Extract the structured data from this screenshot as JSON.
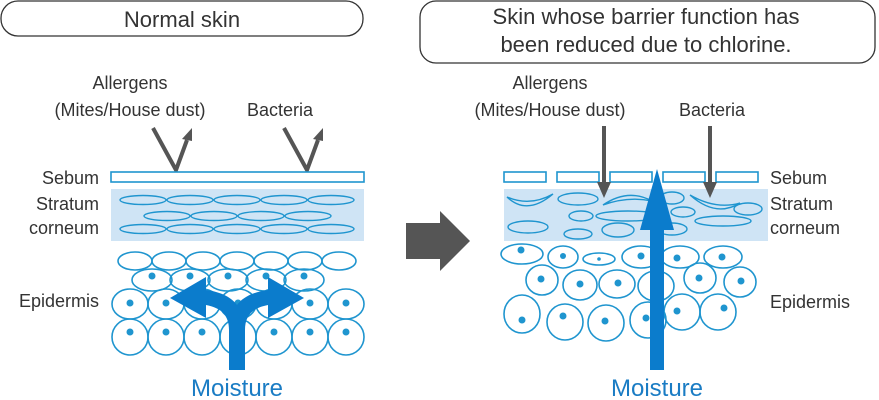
{
  "left_panel": {
    "title": "Normal skin",
    "allergens_label_line1": "Allergens",
    "allergens_label_line2": "(Mites/House dust)",
    "bacteria_label": "Bacteria",
    "sebum_label": "Sebum",
    "stratum_label_line1": "Stratum",
    "stratum_label_line2": "corneum",
    "epidermis_label": "Epidermis",
    "moisture_label": "Moisture"
  },
  "right_panel": {
    "title_line1": "Skin whose barrier function has",
    "title_line2": "been reduced due to chlorine.",
    "allergens_label_line1": "Allergens",
    "allergens_label_line2": "(Mites/House dust)",
    "bacteria_label": "Bacteria",
    "sebum_label": "Sebum",
    "stratum_label_line1": "Stratum",
    "stratum_label_line2": "corneum",
    "epidermis_label": "Epidermis",
    "moisture_label": "Moisture"
  },
  "transition_arrow": {
    "icon": "right-arrow-icon"
  },
  "colors": {
    "cell_stroke": "#1f95cf",
    "stratum_fill": "#cfe4f5",
    "moisture_arrow": "#0b7ccc",
    "gray_arrow": "#555555",
    "text": "#333333",
    "moisture_text": "#1a7cc4"
  }
}
